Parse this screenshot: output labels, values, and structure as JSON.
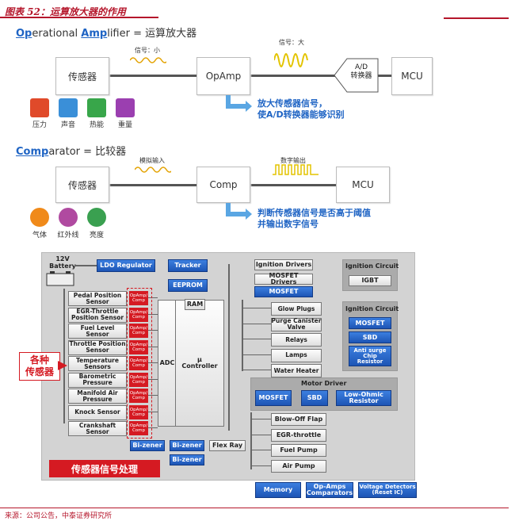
{
  "header": {
    "figure_title": "图表 52：运算放大器的作用"
  },
  "section1": {
    "title_prefix_a": "Op",
    "title_mid_a": "erational ",
    "title_prefix_b": "Amp",
    "title_rest": "lifier = 运算放大器",
    "sensor": "传感器",
    "opamp": "OpAmp",
    "adc": "A/D\n转换器",
    "mcu": "MCU",
    "signal_small": "信号：小",
    "signal_big": "信号：大",
    "note": "放大传感器信号，\n使A/D转换器能够识别",
    "icons": [
      {
        "name": "pressure-icon",
        "label": "压力",
        "color": "#e04a2a"
      },
      {
        "name": "sound-icon",
        "label": "声音",
        "color": "#3a8fd8"
      },
      {
        "name": "heat-icon",
        "label": "热能",
        "color": "#38a64a"
      },
      {
        "name": "weight-icon",
        "label": "重量",
        "color": "#9b3fb0"
      }
    ]
  },
  "section2": {
    "title_prefix": "Comp",
    "title_rest": "arator = 比较器",
    "sensor": "传感器",
    "comp": "Comp",
    "mcu": "MCU",
    "analog_in": "模拟输入",
    "digital_out": "数字输出",
    "note": "判断传感器信号是否高于阈值\n并输出数字信号",
    "icons": [
      {
        "name": "gas-icon",
        "label": "气体",
        "color": "#f08a1a"
      },
      {
        "name": "uv-icon",
        "label": "红外线",
        "color": "#b04aa0"
      },
      {
        "name": "brightness-icon",
        "label": "亮度",
        "color": "#3aa050"
      }
    ]
  },
  "panel": {
    "battery": "12V\nBattery",
    "ldo": "LDO Regulator",
    "tracker": "Tracker",
    "eeprom": "EEPROM",
    "ram": "RAM",
    "adc": "ADC",
    "controller": "μ\nController",
    "sensors": [
      "Pedal Position\nSensor",
      "EGR-Throttle\nPosition Sensor",
      "Fuel Level\nSensor",
      "Throttle Position\nSensor",
      "Temperature\nSensors",
      "Barometric\nPressure",
      "Manifold Air\nPressure",
      "Knock Sensor",
      "Crankshaft\nSensor"
    ],
    "opamp_comp": "OpAmp/\nComp",
    "outputs_top": [
      "Ignition Drivers",
      "MOSFET Drivers"
    ],
    "mosfet": "MOSFET",
    "outputs_mid": [
      "Glow Plugs",
      "Purge Canister\nValve",
      "Relays",
      "Lamps",
      "Water Heater"
    ],
    "ignition1_title": "Ignition Circuit",
    "igbt": "IGBT",
    "ignition2_title": "Ignition Circuit",
    "ign2_items": [
      "MOSFET",
      "SBD",
      "Anti surge\nChip\nResistor"
    ],
    "motor_title": "Motor Driver",
    "motor_items": [
      "MOSFET",
      "SBD",
      "Low-Ohmic\nResistor"
    ],
    "outputs_bottom": [
      "Blow-Off Flap",
      "EGR-throttle",
      "Fuel Pump",
      "Air Pump"
    ],
    "bizener": "Bi-zener",
    "flexray": "Flex Ray",
    "bottom_items": [
      "Memory",
      "Op-Amps\nComparators",
      "Voltage Detectors\n(Reset IC)"
    ],
    "tag_sensors": "各种\n传感器",
    "tag_processing": "传感器信号处理"
  },
  "footer": {
    "source": "来源：公司公告，中泰证券研究所"
  }
}
